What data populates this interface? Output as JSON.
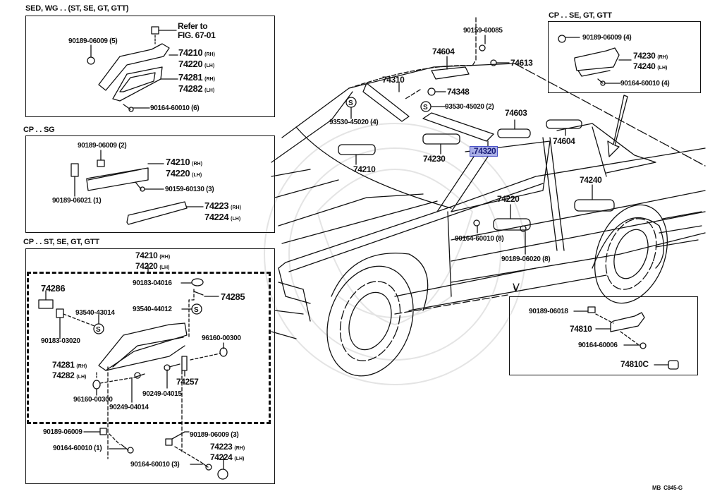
{
  "diagram": {
    "footer_code": "MB  C845-G",
    "highlight_color": "#a9aee6",
    "highlighted_part": "74320"
  },
  "panels": {
    "sed_wg": {
      "title": "SED, WG . . (ST, SE, GT, GTT)",
      "refer": [
        "Refer to",
        "FIG. 67-01"
      ],
      "labels": {
        "screw": "90189-06009 (5)",
        "grip_rh": "74210",
        "grip_lh": "74220",
        "plate_rh": "74281",
        "plate_lh": "74282",
        "bolt": "90164-60010 (6)"
      }
    },
    "cp_sg": {
      "title": "CP . . SG",
      "labels": {
        "nut": "90189-06009 (2)",
        "grip_rh": "74210",
        "grip_lh": "74220",
        "clip": "90189-06021 (1)",
        "screw": "90159-60130 (3)",
        "pocket_rh": "74223",
        "pocket_lh": "74224"
      }
    },
    "cp_st": {
      "title": "CP . . ST, SE, GT, GTT",
      "labels": {
        "grip_rh": "74210",
        "grip_lh": "74220",
        "clip_74286": "74286",
        "nut_93540_43014": "93540-43014",
        "nut_90183_03020": "90183-03020",
        "washer_90183_04016": "90183-04016",
        "part_74285": "74285",
        "nut_93540_44012": "93540-44012",
        "cap_96160_00300_r": "96160-00300",
        "plate_rh": "74281",
        "plate_lh": "74282",
        "part_74257": "74257",
        "cap_96160_00300_l": "96160-00300",
        "bolt_90249_04015": "90249-04015",
        "bolt_90249_04014": "90249-04014",
        "nut_90189_06009": "90189-06009",
        "screw_90164_60010_1": "90164-60010 (1)",
        "nut_90189_06009_3": "90189-06009 (3)",
        "screw_90164_60010_3": "90164-60010 (3)",
        "pocket_rh": "74223",
        "pocket_lh": "74224"
      }
    },
    "cp_se": {
      "title": "CP . . SE, GT, GTT",
      "labels": {
        "nut": "90189-06009 (4)",
        "grip_rh": "74230",
        "grip_lh": "74240",
        "screw": "90164-60010 (4)"
      }
    },
    "v_detail": {
      "marker": "V",
      "labels": {
        "nut": "90189-06018",
        "handle": "74810",
        "screw": "90164-60006",
        "cap": "74810C"
      }
    }
  },
  "rh_suffix": "(RH)",
  "lh_suffix": "(LH)",
  "car_callouts": {
    "p90159_60085": "90159-60085",
    "p74604_top": "74604",
    "p74613": "74613",
    "p74310": "74310",
    "p74348": "74348",
    "p93530_45020_2": "93530-45020 (2)",
    "p93530_45020_4": "93530-45020 (4)",
    "p74603": "74603",
    "p74604_right": "74604",
    "p74210": "74210",
    "p74230": "74230",
    "p74320": ".74320",
    "p74220": "74220",
    "p74240": "74240",
    "p90164_60010_8": "90164-60010 (8)",
    "p90189_06020_8": "90189-06020 (8)"
  }
}
